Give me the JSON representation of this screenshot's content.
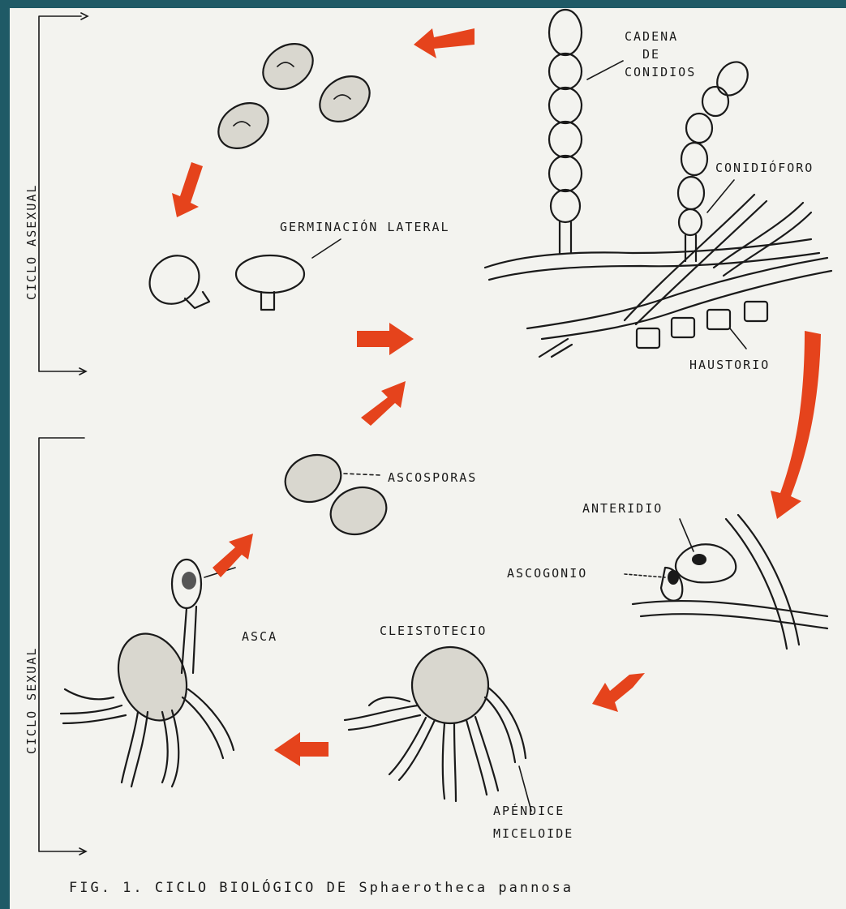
{
  "labels": {
    "cadena": "CADENA",
    "de": "DE",
    "conidios": "CONIDIOS",
    "conidioforo": "CONIDIÓFORO",
    "germinacion": "GERMINACIÓN LATERAL",
    "haustorio": "HAUSTORIO",
    "ascosporas": "ASCOSPORAS",
    "anteridio": "ANTERIDIO",
    "ascogonio": "ASCOGONIO",
    "asca": "ASCA",
    "cleistotecio": "CLEISTOTECIO",
    "apendice": "APÉNDICE",
    "micelioide": "MICELOIDE"
  },
  "axis_labels": {
    "asexual": "CICLO ASEXUAL",
    "sexual": "CICLO SEXUAL"
  },
  "caption": "FIG. 1.  CICLO  BIOLÓGICO  DE  Sphaerotheca  pannosa",
  "colors": {
    "arrow": "#e5431c",
    "ink": "#1a1a1a",
    "paper": "#f3f3ef",
    "border": "#1f5a66"
  }
}
